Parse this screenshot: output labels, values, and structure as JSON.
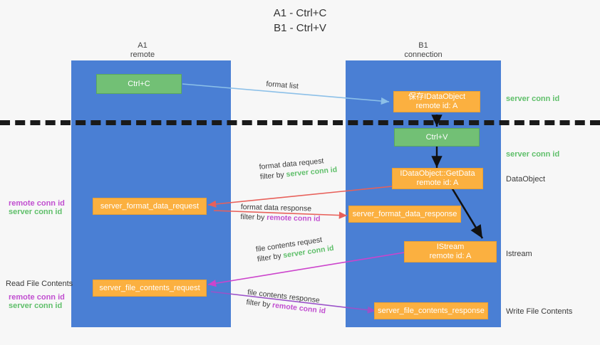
{
  "title": {
    "line1": "A1 - Ctrl+C",
    "line2": "B1 - Ctrl+V"
  },
  "lanes": [
    {
      "name": "A1",
      "sub": "remote"
    },
    {
      "name": "B1",
      "sub": "connection"
    }
  ],
  "boxes": {
    "ctrl_c": {
      "label": "Ctrl+C"
    },
    "ctrl_v": {
      "label": "Ctrl+V"
    },
    "idataobject": {
      "line1": "保存IDataObject",
      "line2": "remote id: A"
    },
    "getdata": {
      "line1": "IDataObject::GetData",
      "line2": "remote id: A"
    },
    "istream": {
      "line1": "IStream",
      "line2": "remote id: A"
    },
    "server_format_data_request": {
      "label": "server_format_data_request"
    },
    "server_format_data_response": {
      "label": "server_format_data_response"
    },
    "server_file_contents_request": {
      "label": "server_file_contents_request"
    },
    "server_file_contents_response": {
      "label": "server_file_contents_response"
    }
  },
  "edge_labels": {
    "format_list": "format list",
    "format_data_request": "format data request",
    "format_data_request_filter_pre": "filter by ",
    "format_data_request_filter_key": "server conn id",
    "format_data_response": "format data response",
    "format_data_response_filter_pre": "filter by ",
    "format_data_response_filter_key": "remote conn id",
    "file_contents_request": "file contents request",
    "file_contents_request_filter_pre": "filter by ",
    "file_contents_request_filter_key": "server conn id",
    "file_contents_response": "file contents response",
    "file_contents_response_filter_pre": "filter by ",
    "file_contents_response_filter_key": "remote conn id"
  },
  "annotations": {
    "right_server_conn_id_top": "server conn id",
    "right_server_conn_id_mid": "server conn id",
    "right_dataobject": "DataObject",
    "right_istream": "Istream",
    "right_write_file_contents": "Write File Contents",
    "left_remote_conn_id_1": "remote conn id",
    "left_server_conn_id_1": "server conn id",
    "left_read_file_contents": "Read File Contents",
    "left_remote_conn_id_2": "remote conn id",
    "left_server_conn_id_2": "server conn id"
  },
  "colors": {
    "lane": "#4a7fd4",
    "green_box": "#72c075",
    "orange_box": "#fbb040",
    "server_conn_id": "#5fbf6a",
    "remote_conn_id": "#c14fd0",
    "arrow_blue": "#8cc0e8",
    "arrow_red": "#e8605a",
    "arrow_magenta": "#cc44cc",
    "arrow_purple": "#9b52c9",
    "arrow_black": "#111111"
  }
}
